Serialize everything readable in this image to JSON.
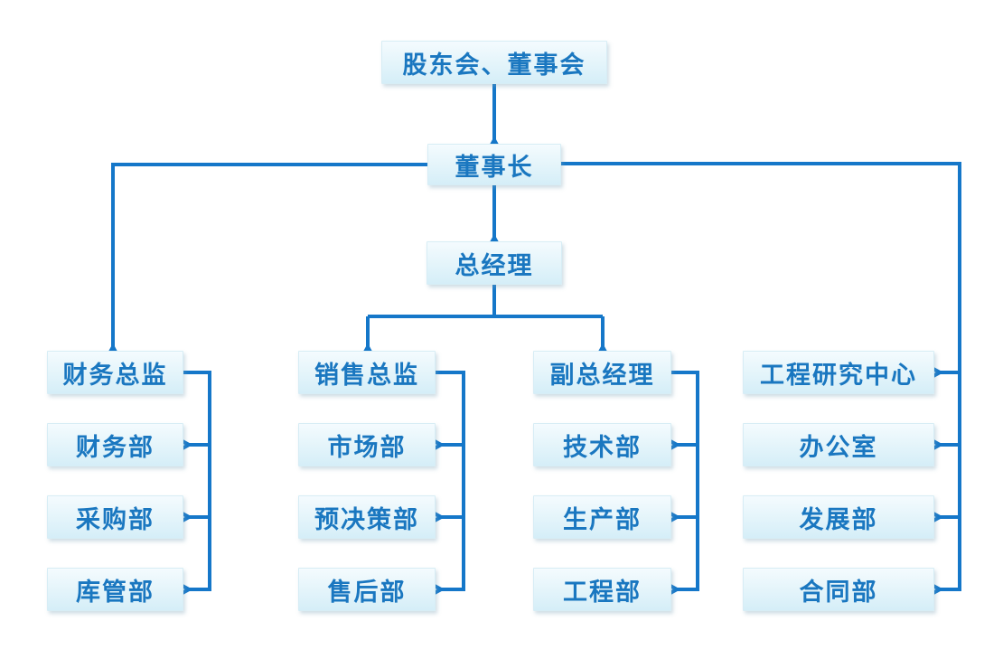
{
  "diagram": {
    "type": "org-chart",
    "background": "#ffffff",
    "colors": {
      "connector": "#1577c9",
      "box_fill_top": "#f4fbfe",
      "box_fill_bottom": "#d5eef8",
      "box_border": "#d7edf5",
      "text": "#1a77c0"
    }
  },
  "nodes": {
    "shareholders_board": "股东会、董事会",
    "chairman": "董事长",
    "general_manager": "总经理",
    "finance_director": "财务总监",
    "finance_dept": "财务部",
    "purchasing_dept": "采购部",
    "warehouse_dept": "库管部",
    "sales_director": "销售总监",
    "marketing_dept": "市场部",
    "budget_decision_dept": "预决策部",
    "after_sales_dept": "售后部",
    "deputy_general_manager": "副总经理",
    "technology_dept": "技术部",
    "production_dept": "生产部",
    "engineering_dept": "工程部",
    "engineering_research_center": "工程研究中心",
    "office": "办公室",
    "development_dept": "发展部",
    "contract_dept": "合同部"
  },
  "edges": [
    {
      "from": "股东会、董事会",
      "to": "董事长"
    },
    {
      "from": "董事长",
      "to": "总经理"
    },
    {
      "from": "董事长",
      "to": "财务总监"
    },
    {
      "from": "董事长",
      "to": "工程研究中心"
    },
    {
      "from": "董事长",
      "to": "办公室"
    },
    {
      "from": "董事长",
      "to": "发展部"
    },
    {
      "from": "董事长",
      "to": "合同部"
    },
    {
      "from": "总经理",
      "to": "销售总监"
    },
    {
      "from": "总经理",
      "to": "副总经理"
    },
    {
      "from": "财务总监",
      "to": "财务部"
    },
    {
      "from": "财务总监",
      "to": "采购部"
    },
    {
      "from": "财务总监",
      "to": "库管部"
    },
    {
      "from": "销售总监",
      "to": "市场部"
    },
    {
      "from": "销售总监",
      "to": "预决策部"
    },
    {
      "from": "销售总监",
      "to": "售后部"
    },
    {
      "from": "副总经理",
      "to": "技术部"
    },
    {
      "from": "副总经理",
      "to": "生产部"
    },
    {
      "from": "副总经理",
      "to": "工程部"
    }
  ]
}
